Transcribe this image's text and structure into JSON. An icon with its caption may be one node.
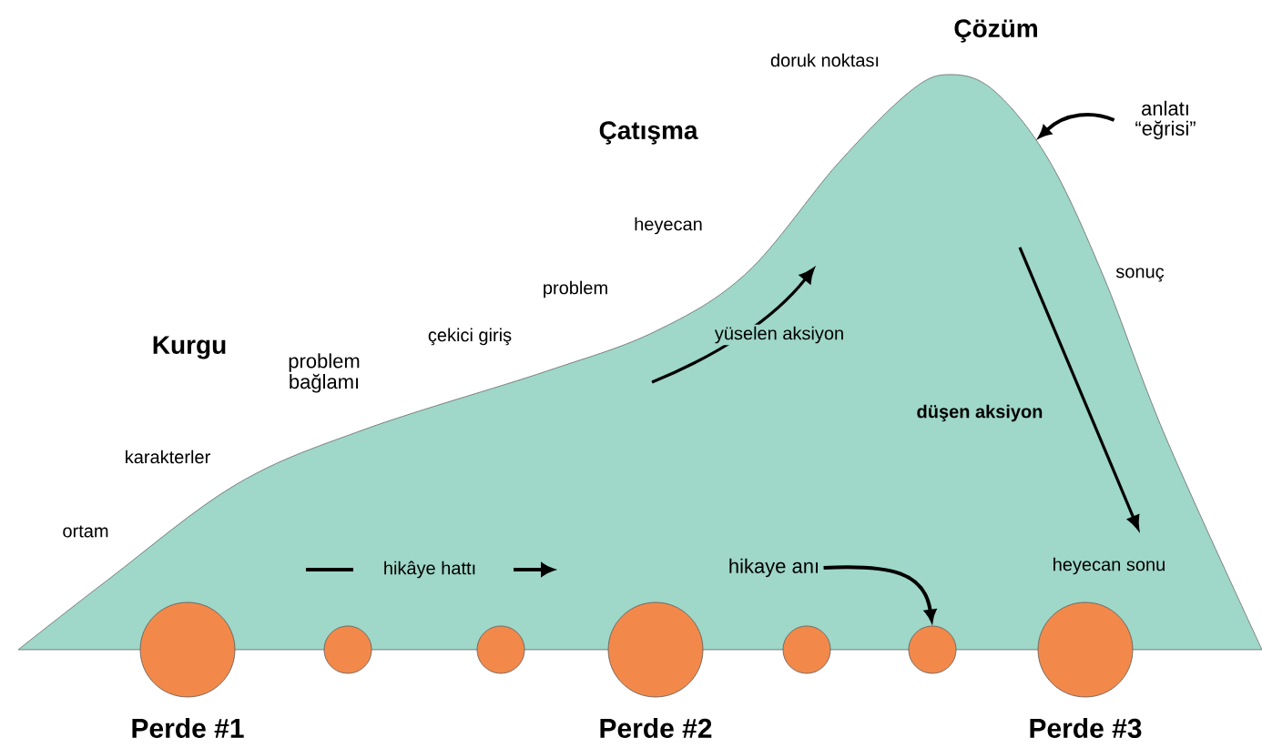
{
  "diagram": {
    "nodes": [
      {
        "text": [],
        "shape": "circle",
        "beside": [
          "Perde #1"
        ]
      },
      {
        "text": [],
        "shape": "circle"
      },
      {
        "text": [],
        "shape": "circle"
      },
      {
        "text": [],
        "shape": "circle",
        "beside": [
          "Perde #2"
        ]
      },
      {
        "text": [],
        "shape": "circle"
      },
      {
        "text": [],
        "shape": "circle"
      },
      {
        "text": [],
        "shape": "circle",
        "beside": [
          "Perde #3"
        ]
      },
      {
        "text": [
          "hikaye anı"
        ]
      },
      {
        "text": [
          "anlatı “eğrisi”"
        ]
      }
    ],
    "edges": [
      {
        "from": 7,
        "to": 5,
        "arrow": "to"
      },
      {
        "from": 8,
        "to": null,
        "arrow": "to"
      }
    ],
    "labels": [
      "Çözüm",
      "doruk noktası",
      "Çatışma",
      "heyecan",
      "problem",
      "Kurgu",
      "problem bağlamı",
      "çekici giriş",
      "karakterler",
      "ortam",
      "yüselen aksiyon",
      "sonuç",
      "düşen aksiyon",
      "hikâye hattı",
      "heyecan sonu"
    ]
  }
}
